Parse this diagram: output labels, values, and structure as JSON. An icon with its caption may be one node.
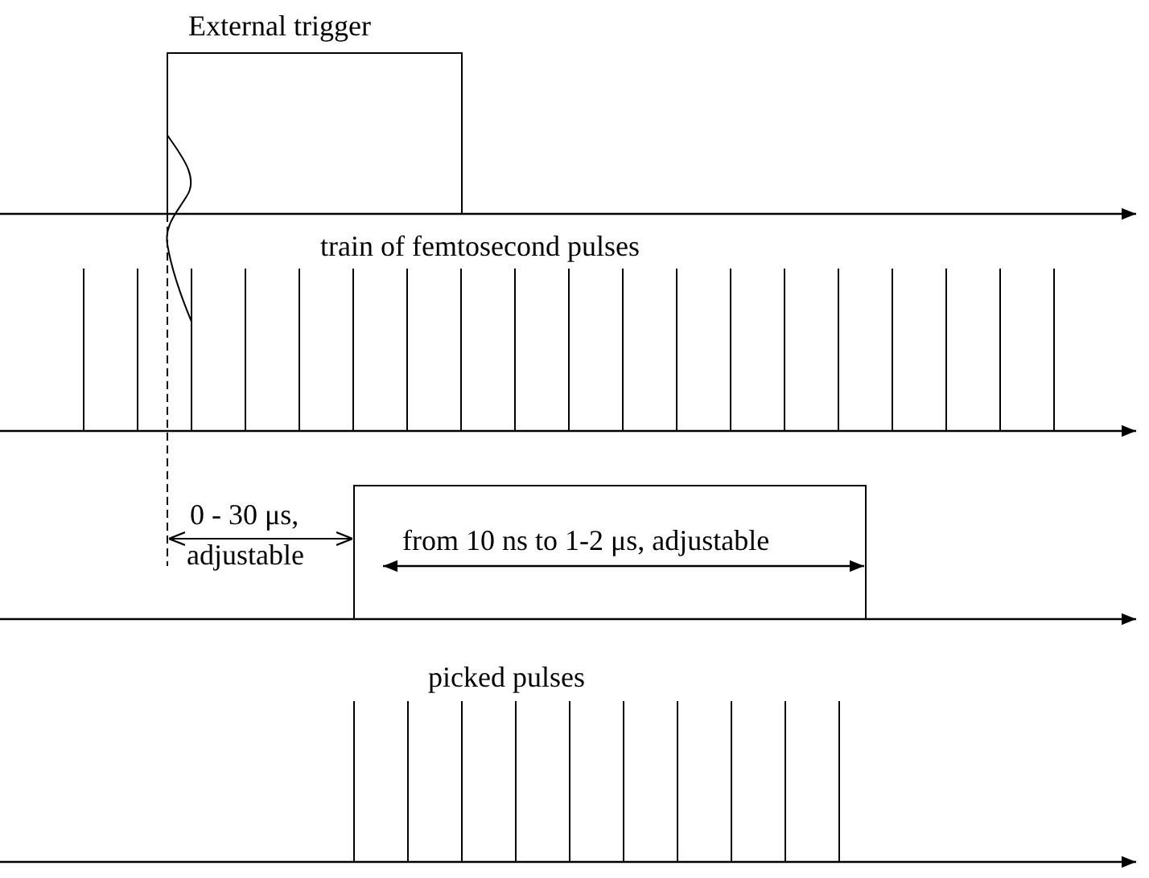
{
  "diagram": {
    "labels": [
      "External trigger",
      "train of femtosecond pulses",
      "0 - 30 μs,",
      "adjustable",
      "from 10 ns to 1-2 μs, adjustable",
      "picked pulses"
    ]
  }
}
